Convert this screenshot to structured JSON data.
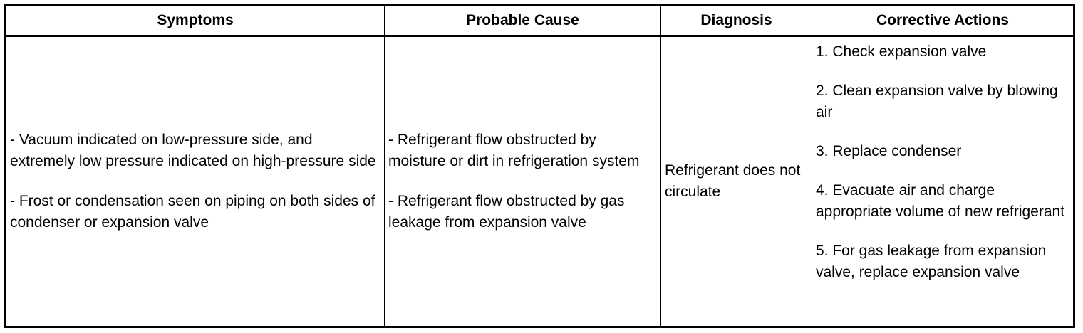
{
  "table": {
    "headers": {
      "symptoms": "Symptoms",
      "cause": "Probable Cause",
      "diagnosis": "Diagnosis",
      "actions": "Corrective Actions"
    },
    "row": {
      "symptoms": [
        "- Vacuum indicated on low-pressure side, and extremely low pressure indicated on high-pressure side",
        "- Frost or condensation seen on piping on both sides of condenser or expansion valve"
      ],
      "causes": [
        "- Refrigerant flow obstructed by moisture or dirt in refrigeration system",
        "- Refrigerant flow obstructed by gas leakage from expansion valve"
      ],
      "diagnosis": "Refrigerant does not circulate",
      "actions": [
        "1. Check expansion valve",
        "2. Clean expansion valve by blowing air",
        "3. Replace condenser",
        "4. Evacuate air and charge appropriate volume of new refrigerant",
        "5. For gas leakage from expansion valve, replace expansion valve"
      ]
    }
  }
}
